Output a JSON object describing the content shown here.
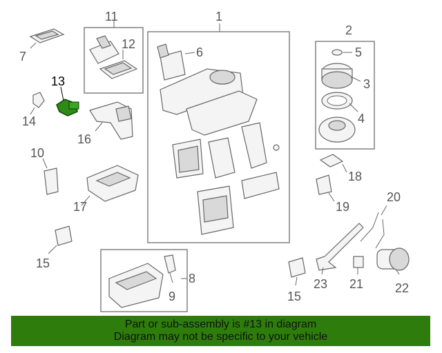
{
  "banner": {
    "line1": "Part or sub-assembly is #13 in diagram",
    "line2": "Diagram may not be specific to your vehicle",
    "background": "#2e7d0c"
  },
  "highlight_color": "#2e8b16",
  "callouts": {
    "c1": "1",
    "c2": "2",
    "c3": "3",
    "c4": "4",
    "c5": "5",
    "c6": "6",
    "c7": "7",
    "c8": "8",
    "c9": "9",
    "c10": "10",
    "c11": "11",
    "c12": "12",
    "c13": "13",
    "c14": "14",
    "c15a": "15",
    "c15b": "15",
    "c16": "16",
    "c17": "17",
    "c18": "18",
    "c19": "19",
    "c20": "20",
    "c21": "21",
    "c22": "22",
    "c23": "23"
  },
  "selected_part": "13"
}
